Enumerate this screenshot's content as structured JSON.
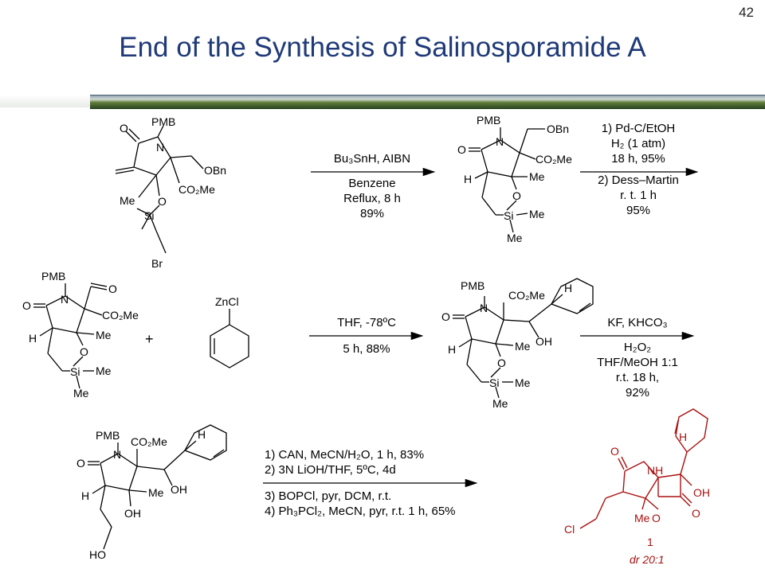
{
  "page_number": "42",
  "title": "End of the Synthesis of Salinosporamide A",
  "step1": {
    "line1": "Bu₃SnH, AIBN",
    "line2": "Benzene",
    "line3": "Reflux, 8 h",
    "line4": "89%"
  },
  "step2": {
    "line1": "1) Pd-C/EtOH",
    "line2": "H₂ (1 atm)",
    "line3": "18 h, 95%",
    "line4": "2) Dess–Martin",
    "line5": "r. t. 1 h",
    "line6": "95%"
  },
  "step3": {
    "line1": "THF, -78ºC",
    "line2": "5 h, 88%"
  },
  "step4": {
    "line1": "KF, KHCO₃",
    "line2": "H₂O₂",
    "line3": "THF/MeOH 1:1",
    "line4": "r.t. 18 h,",
    "line5": "92%"
  },
  "step5": {
    "line1": "1) CAN, MeCN/H₂O, 1 h, 83%",
    "line2": "2) 3N LiOH/THF, 5ºC, 4d",
    "line3": "3) BOPCl, pyr, DCM, r.t.",
    "line4": "4) Ph₃PCl₂, MeCN, pyr, r.t. 1 h, 65%"
  },
  "labels": {
    "pmb": "PMB",
    "o": "O",
    "n": "N",
    "nh": "NH",
    "obn": "OBn",
    "co2me": "CO₂Me",
    "me": "Me",
    "si": "Si",
    "br": "Br",
    "h": "H",
    "oh": "OH",
    "ho": "HO",
    "cl": "Cl",
    "zncl": "ZnCl",
    "plus": "+"
  },
  "product": {
    "number": "1",
    "dr": "dr 20:1"
  },
  "colors": {
    "title": "#1f3a78",
    "product": "#a11111"
  }
}
